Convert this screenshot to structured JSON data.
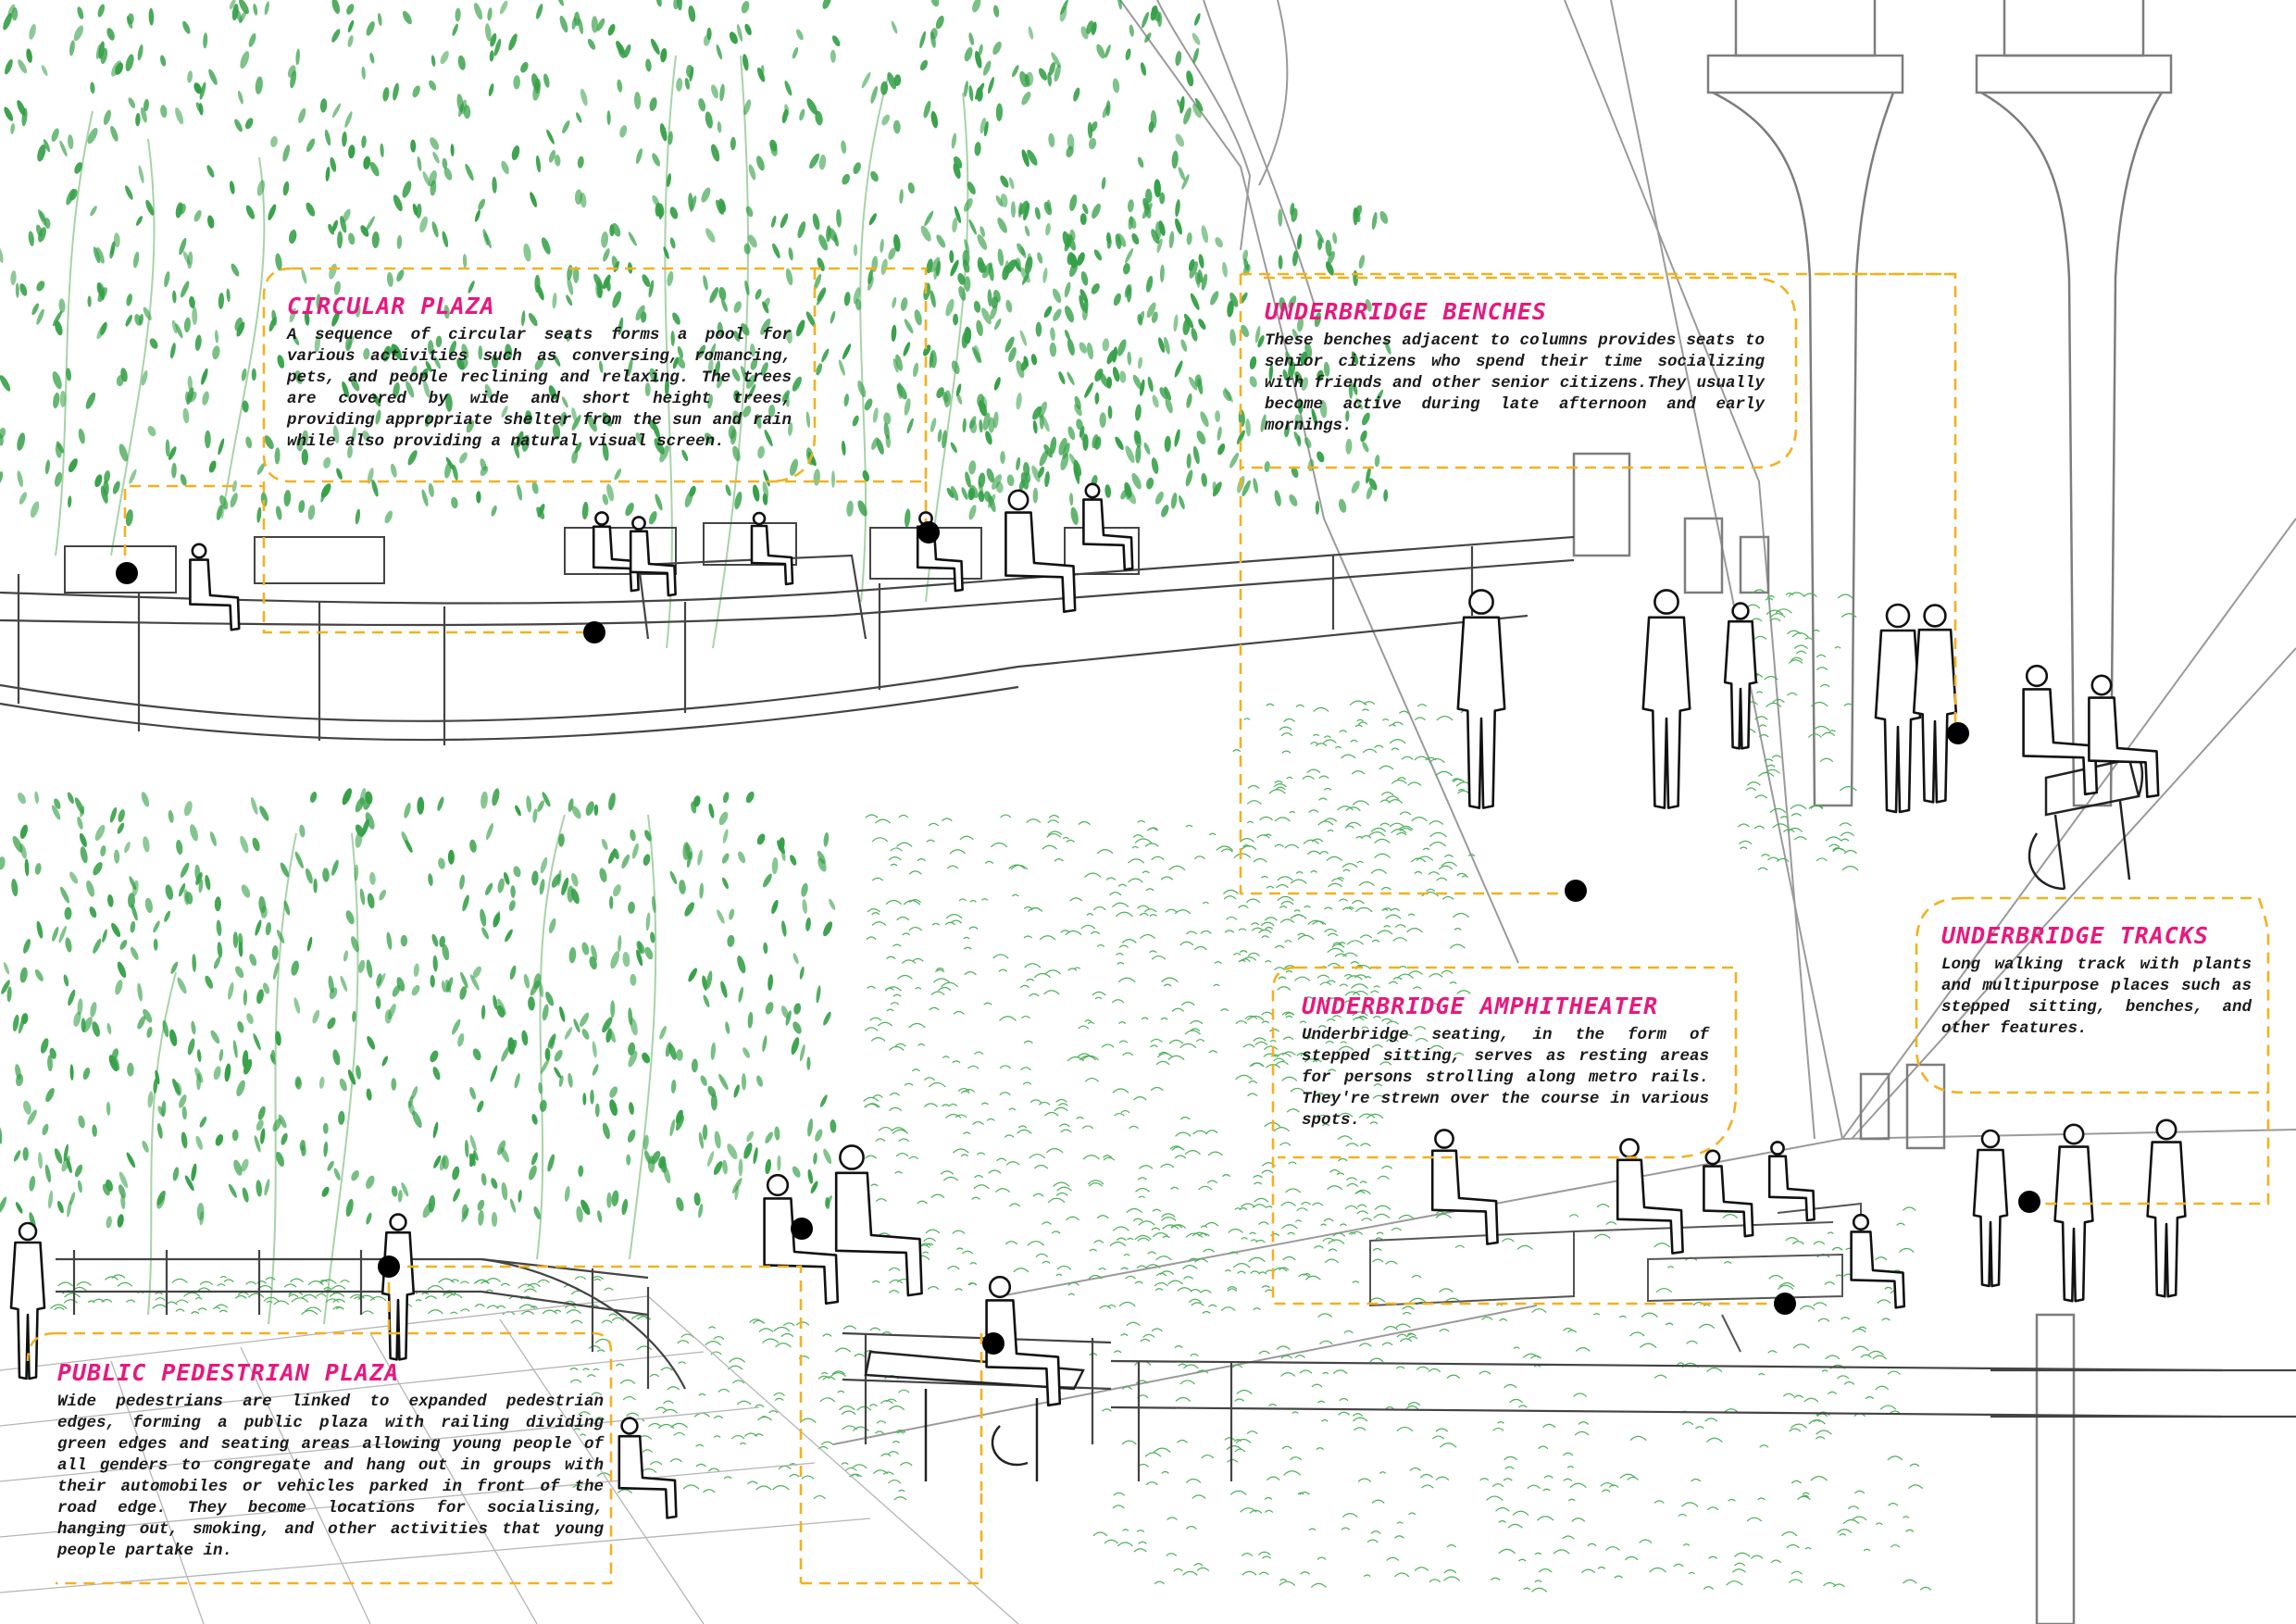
{
  "colors": {
    "title": "#e6197e",
    "dash": "#f2b11f",
    "dot": "#000000",
    "line": "#9a9a9a",
    "greenery": "#36a048",
    "people_stroke": "#111111"
  },
  "callouts": {
    "circular_plaza": {
      "title": "CIRCULAR PLAZA",
      "body": "A sequence of circular seats forms a pool for various activities such as conversing, romancing, pets, and people reclining and relaxing. The trees are covered by wide and short height trees, providing appropriate shelter from the sun and rain while also providing a natural visual screen."
    },
    "underbridge_benches": {
      "title": "UNDERBRIDGE BENCHES",
      "body": "These benches adjacent to columns provides seats to senior citizens who spend their time socializing with friends and other senior citizens.They usually become active during late afternoon and early mornings."
    },
    "underbridge_tracks": {
      "title": "UNDERBRIDGE TRACKS",
      "body": "Long walking track with plants and multipurpose places such as stepped sitting, benches, and other features."
    },
    "underbridge_amphitheater": {
      "title": "UNDERBRIDGE AMPHITHEATER",
      "body": "Underbridge seating, in the form of stepped sitting, serves as resting areas for persons strolling along metro rails. They're strewn over the course in various spots."
    },
    "public_pedestrian_plaza": {
      "title": "PUBLIC PEDESTRIAN PLAZA",
      "body": "Wide pedestrians are linked to expanded pedestrian edges, forming a public plaza with railing dividing green edges and seating areas allowing young people of all genders to congregate and hang out in groups with their automobiles or vehicles parked in front of the road edge. They become locations for socialising, hanging out, smoking, and other activities that young people partake in."
    }
  }
}
